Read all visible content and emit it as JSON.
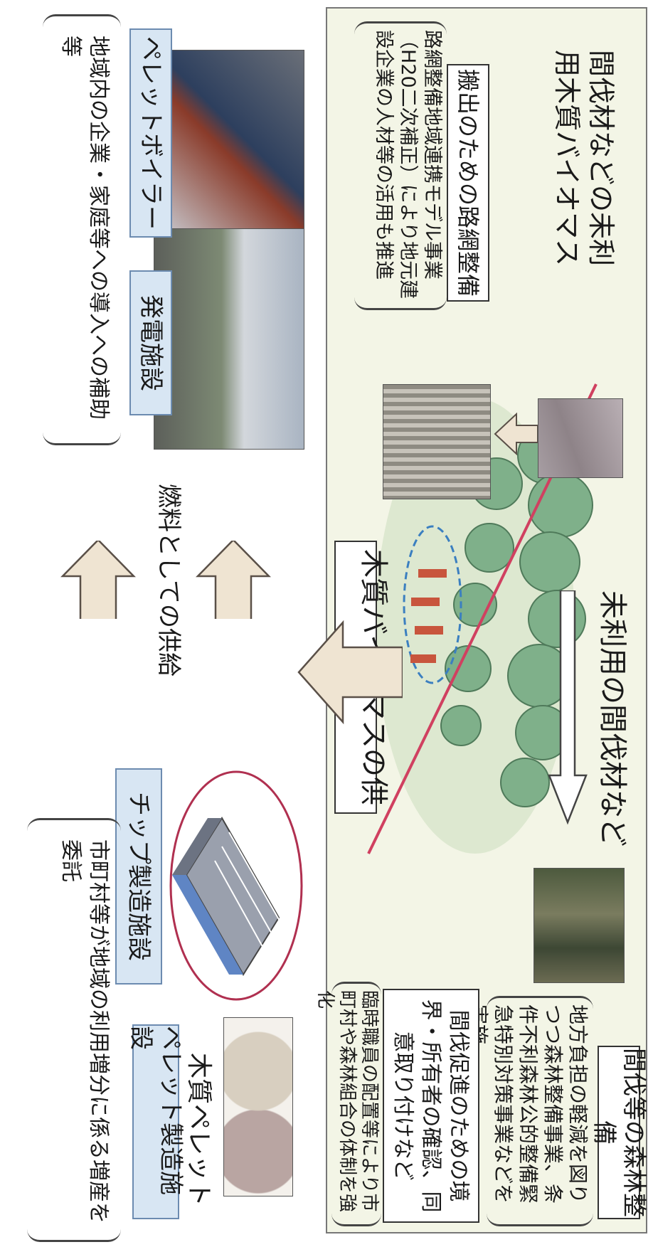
{
  "top_left": {
    "heading": "間伐等の森林整備",
    "body": "地方負担の軽減を図りつつ森林整備事業、条件不利森林公的整備緊急特別対策事業などを実施"
  },
  "mid_left": {
    "heading": "間伐促進のための境界・所有者の確認、同意取り付けなど",
    "body": "臨時職員の配置等により市町村や森林組合の体制を強化"
  },
  "forest_arrow_label": "未利用の間伐材など",
  "right_top": {
    "title": "間伐材などの未利用木質バイオマス",
    "road_heading": "搬出のための路網整備",
    "road_body": "路網整備地域連携モデル事業（H20二次補正）により地元建設企業の人材等の活用も推進"
  },
  "supply_label": "木質バイオマスの供給",
  "pellet": {
    "product_label": "木質ペレット",
    "facility_label": "ペレット製造施設",
    "chip_label": "チップ製造施設",
    "bottom_note": "市町村等が地域の利用増分に係る増産を委託"
  },
  "fuel_label": "燃料としての供給",
  "right_bottom": {
    "power_label": "発電施設",
    "boiler_label": "ペレットボイラー",
    "note": "地域内の企業・家庭等への導入への補助等"
  },
  "colors": {
    "frame_bg": "#f3f5e6",
    "arrow_fill": "#efe4d2",
    "arrow_stroke": "#5a5048",
    "label_bg": "#d8e6f3",
    "ellipse": "#b03050"
  }
}
